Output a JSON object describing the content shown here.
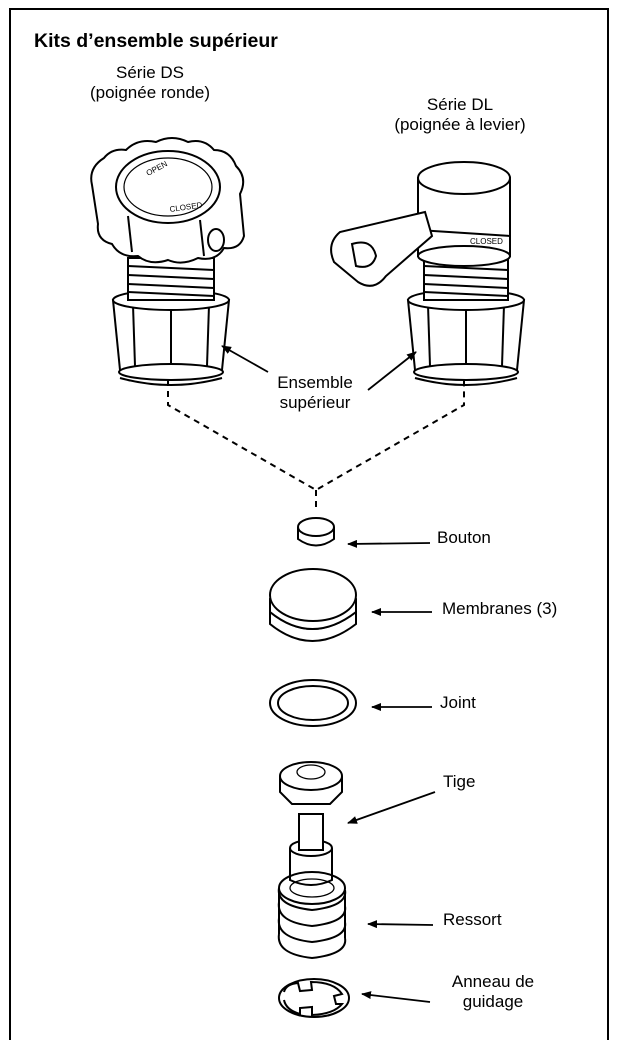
{
  "title": "Kits d’ensemble supérieur",
  "variants": {
    "ds": {
      "name": "Série DS",
      "desc": "(poignée ronde)"
    },
    "dl": {
      "name": "Série DL",
      "desc": "(poignée à levier)"
    }
  },
  "assembly": {
    "line1": "Ensemble",
    "line2": "supérieur"
  },
  "knob_markings": {
    "open": "OPEN",
    "closed": "CLOSED"
  },
  "parts": [
    {
      "label": "Bouton"
    },
    {
      "label": "Membranes (3)"
    },
    {
      "label": "Joint"
    },
    {
      "label": "Tige"
    },
    {
      "label": "Ressort"
    },
    {
      "label": "Anneau de",
      "label2": "guidage"
    }
  ]
}
